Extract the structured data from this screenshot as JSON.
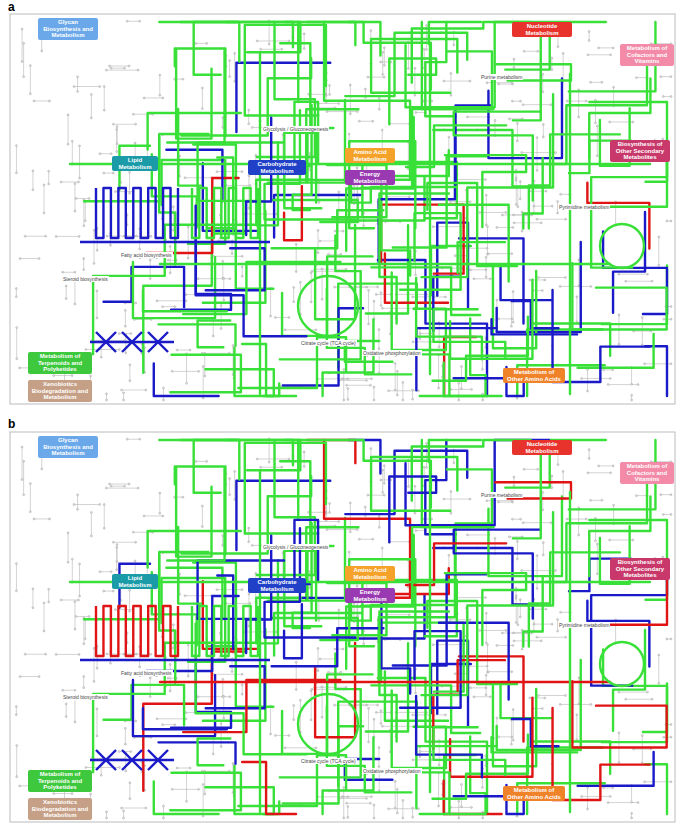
{
  "diagram": {
    "nodes": [
      {
        "text": [
          "Glycan Biosynthesis and Metabolism"
        ]
      },
      {
        "text": [
          "Nucleotide Metabolism"
        ]
      },
      {
        "text": [
          "Metabolism of Cofactors and Vitamins"
        ]
      },
      {
        "text": [
          "Lipid Metabolism"
        ]
      },
      {
        "text": [
          "Carbohydrate Metabolism"
        ]
      },
      {
        "text": [
          "Amino Acid Metabolism"
        ]
      },
      {
        "text": [
          "Energy Metabolism"
        ]
      },
      {
        "text": [
          "Biosynthesis of Other Secondary Metabolites"
        ]
      },
      {
        "text": [
          "Metabolism of Terpenoids and Polyketides"
        ]
      },
      {
        "text": [
          "Xenobiotics Biodegradation and Metabolism"
        ]
      },
      {
        "text": [
          "Metabolism of Other Amino Acids"
        ]
      },
      {
        "text": [
          "Glycan Biosynthesis and Metabolism"
        ]
      },
      {
        "text": [
          "Nucleotide Metabolism"
        ]
      },
      {
        "text": [
          "Metabolism of Cofactors and Vitamins"
        ]
      },
      {
        "text": [
          "Lipid Metabolism"
        ]
      },
      {
        "text": [
          "Carbohydrate Metabolism"
        ]
      },
      {
        "text": [
          "Amino Acid Metabolism"
        ]
      },
      {
        "text": [
          "Energy Metabolism"
        ]
      },
      {
        "text": [
          "Biosynthesis of Other Secondary Metabolites"
        ]
      },
      {
        "text": [
          "Metabolism of Terpenoids and Polyketides"
        ]
      },
      {
        "text": [
          "Xenobiotics Biodegradation and Metabolism"
        ]
      },
      {
        "text": [
          "Metabolism of Other Amino Acids"
        ]
      }
    ],
    "labels": [
      "a",
      "b",
      "Purine metabolism",
      "Pyrimidine metabolism",
      "Citrate cycle (TCA cycle)",
      "Oxidative phosphorylation",
      "Glycolysis / Gluconeogenesis",
      "Fatty acid biosynthesis",
      "Steroid biosynthesis",
      "Purine metabolism",
      "Pyrimidine metabolism",
      "Citrate cycle (TCA cycle)",
      "Oxidative phosphorylation",
      "Glycolysis / Gluconeogenesis",
      "Fatty acid biosynthesis",
      "Steroid biosynthesis"
    ]
  }
}
